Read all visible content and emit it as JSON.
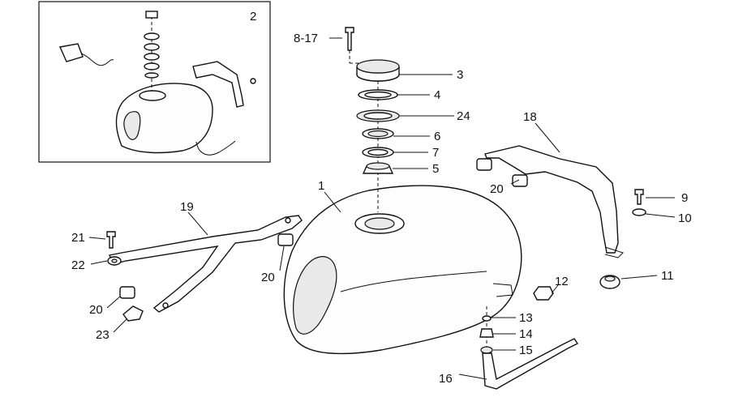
{
  "diagram": {
    "inset_label": "2",
    "callouts": {
      "c1": "1",
      "c3": "3",
      "c4": "4",
      "c5": "5",
      "c6": "6",
      "c7": "7",
      "c8_17": "8-17",
      "c9": "9",
      "c10": "10",
      "c11": "11",
      "c12": "12",
      "c13": "13",
      "c14": "14",
      "c15": "15",
      "c16": "16",
      "c18": "18",
      "c19": "19",
      "c20a": "20",
      "c20b": "20",
      "c20c": "20",
      "c21": "21",
      "c22": "22",
      "c23": "23",
      "c24": "24"
    }
  }
}
